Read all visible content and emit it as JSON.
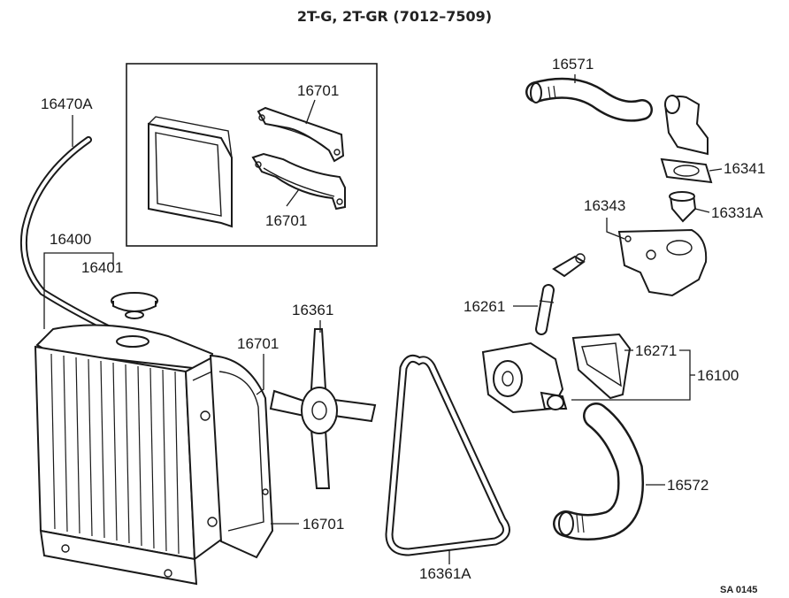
{
  "title": "2T-G, 2T-GR (7012–7509)",
  "footer_code": "SA 0145",
  "labels": {
    "p16571": "16571",
    "p16341": "16341",
    "p16331A": "16331A",
    "p16343": "16343",
    "p16470A": "16470A",
    "p16701_inset_top": "16701",
    "p16701_inset_bottom": "16701",
    "p16400": "16400",
    "p16401": "16401",
    "p16261": "16261",
    "p16361": "16361",
    "p16701_shroud_top": "16701",
    "p16271": "16271",
    "p16100": "16100",
    "p16572": "16572",
    "p16701_shroud_bottom": "16701",
    "p16361A": "16361A"
  }
}
